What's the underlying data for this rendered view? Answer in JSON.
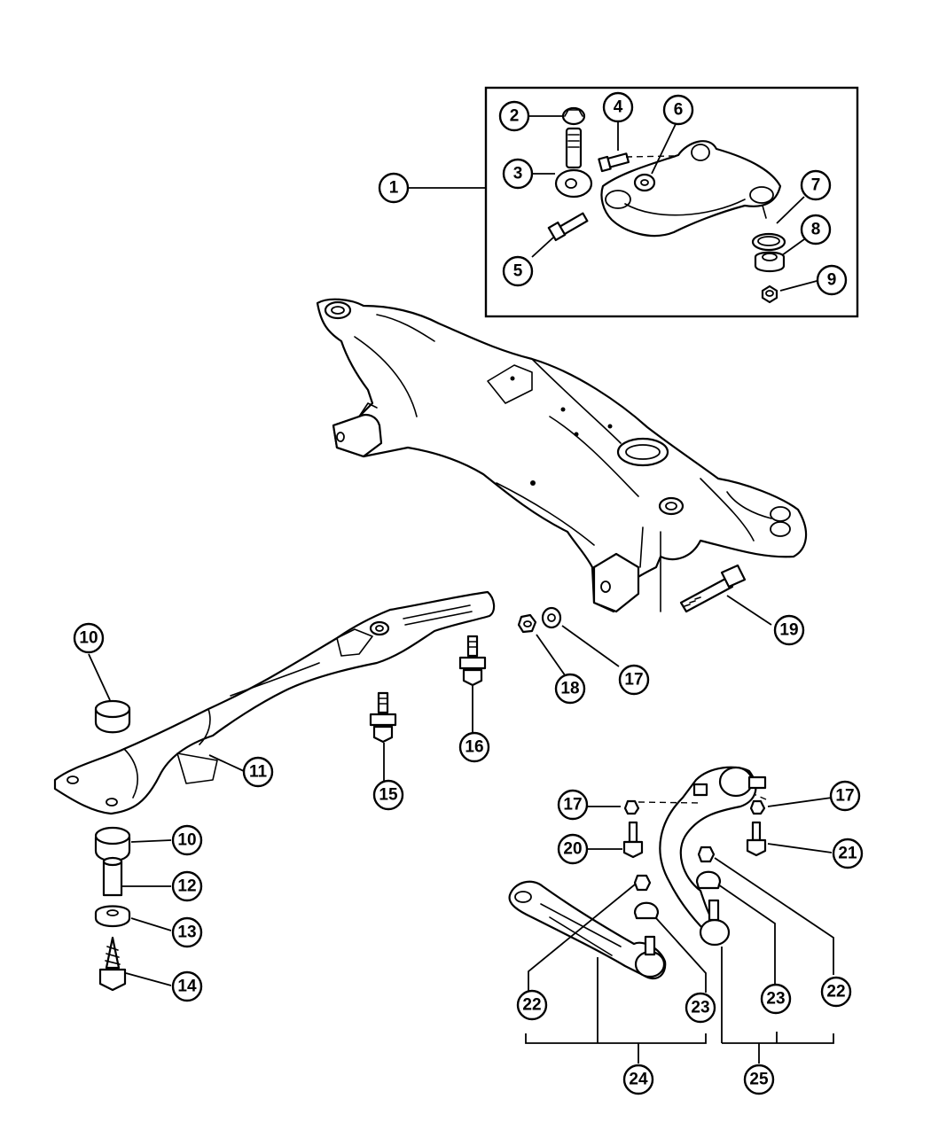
{
  "colors": {
    "line": "#000000",
    "background": "#ffffff"
  },
  "callouts": {
    "c1": "1",
    "c2": "2",
    "c3": "3",
    "c4": "4",
    "c5": "5",
    "c6": "6",
    "c7": "7",
    "c8": "8",
    "c9": "9",
    "c10a": "10",
    "c10b": "10",
    "c11": "11",
    "c12": "12",
    "c13": "13",
    "c14": "14",
    "c15": "15",
    "c16": "16",
    "c17a": "17",
    "c17b": "17",
    "c17c": "17",
    "c18": "18",
    "c19": "19",
    "c20": "20",
    "c21": "21",
    "c22a": "22",
    "c22b": "22",
    "c23a": "23",
    "c23b": "23",
    "c24": "24",
    "c25": "25"
  }
}
